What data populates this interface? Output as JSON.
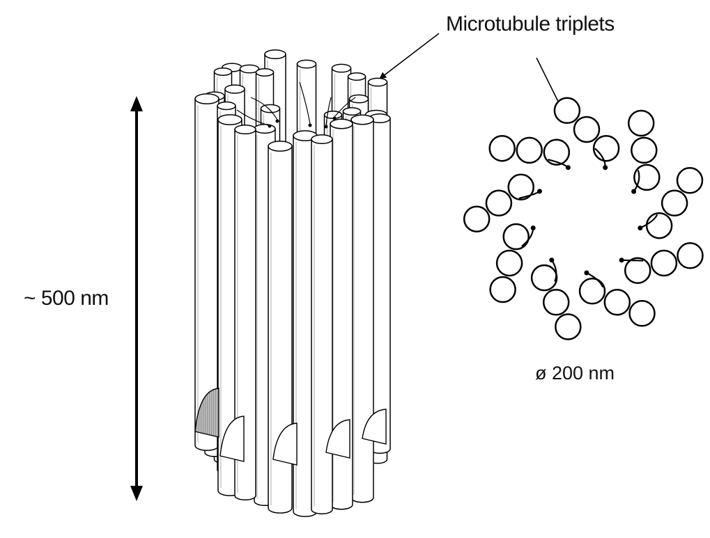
{
  "labels": {
    "triplets": "Microtubule triplets",
    "length": "~ 500 nm",
    "diameter": "ø 200 nm"
  },
  "style": {
    "stroke": "#000000",
    "fill": "#ffffff",
    "shade": "#b8b8b8"
  },
  "centriole": {
    "triplet_count": 9,
    "tubules_per_triplet": 3
  }
}
